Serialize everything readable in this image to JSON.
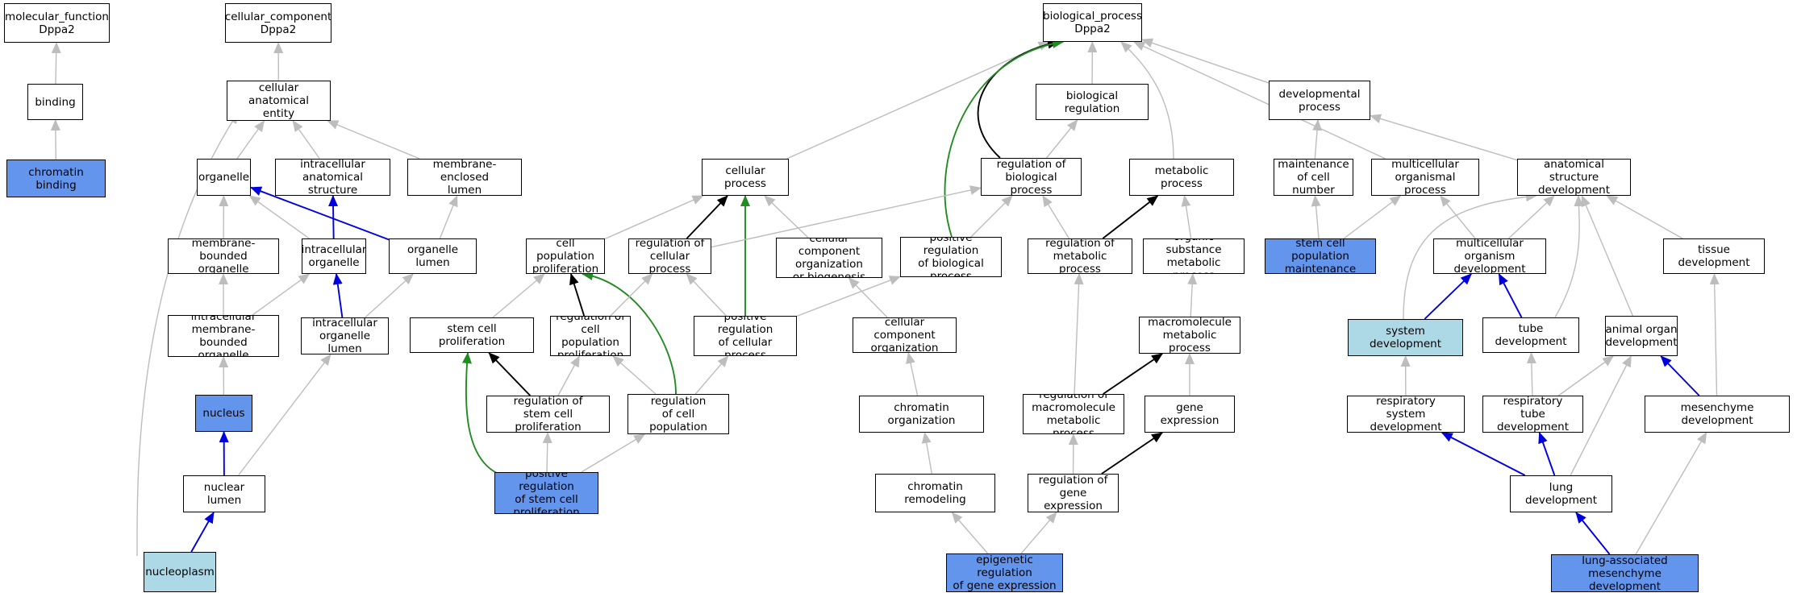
{
  "colors": {
    "edge_gray": "#bdbdbd",
    "edge_black": "#000000",
    "edge_blue": "#0000dd",
    "edge_green": "#228b22",
    "fill_blue": "#6495ed",
    "fill_light": "#add8e6"
  },
  "nodes": [
    {
      "id": "mf",
      "label": "molecular_function\nDppa2",
      "fill": "white"
    },
    {
      "id": "binding",
      "label": "binding",
      "fill": "white"
    },
    {
      "id": "chrombind",
      "label": "chromatin binding",
      "fill": "blue"
    },
    {
      "id": "cc",
      "label": "cellular_component\nDppa2",
      "fill": "white"
    },
    {
      "id": "cae",
      "label": "cellular anatomical\nentity",
      "fill": "white"
    },
    {
      "id": "organelle",
      "label": "organelle",
      "fill": "white"
    },
    {
      "id": "ias",
      "label": "intracellular\nanatomical structure",
      "fill": "white"
    },
    {
      "id": "mel",
      "label": "membrane-enclosed\nlumen",
      "fill": "white"
    },
    {
      "id": "mbo",
      "label": "membrane-bounded\norganelle",
      "fill": "white"
    },
    {
      "id": "io",
      "label": "intracellular\norganelle",
      "fill": "white"
    },
    {
      "id": "ol",
      "label": "organelle lumen",
      "fill": "white"
    },
    {
      "id": "imbo",
      "label": "intracellular\nmembrane-bounded\norganelle",
      "fill": "white"
    },
    {
      "id": "iol",
      "label": "intracellular\norganelle lumen",
      "fill": "white"
    },
    {
      "id": "nucleus",
      "label": "nucleus",
      "fill": "blue"
    },
    {
      "id": "nl",
      "label": "nuclear lumen",
      "fill": "white"
    },
    {
      "id": "nucleoplasm",
      "label": "nucleoplasm",
      "fill": "light"
    },
    {
      "id": "bp",
      "label": "biological_process\nDppa2",
      "fill": "white"
    },
    {
      "id": "cp",
      "label": "cellular process",
      "fill": "white"
    },
    {
      "id": "br",
      "label": "biological regulation",
      "fill": "white"
    },
    {
      "id": "rbp",
      "label": "regulation of\nbiological process",
      "fill": "white"
    },
    {
      "id": "mp",
      "label": "metabolic process",
      "fill": "white"
    },
    {
      "id": "devp",
      "label": "developmental\nprocess",
      "fill": "white"
    },
    {
      "id": "mcn",
      "label": "maintenance\nof cell number",
      "fill": "white"
    },
    {
      "id": "mop",
      "label": "multicellular\norganismal process",
      "fill": "white"
    },
    {
      "id": "asd",
      "label": "anatomical structure\ndevelopment",
      "fill": "white"
    },
    {
      "id": "cpp",
      "label": "cell population\nproliferation",
      "fill": "white"
    },
    {
      "id": "rcp",
      "label": "regulation of\ncellular process",
      "fill": "white"
    },
    {
      "id": "ccob",
      "label": "cellular component\norganization\nor biogenesis",
      "fill": "white"
    },
    {
      "id": "prbp",
      "label": "positive regulation\nof biological\nprocess",
      "fill": "white"
    },
    {
      "id": "rmp",
      "label": "regulation of\nmetabolic process",
      "fill": "white"
    },
    {
      "id": "osmp",
      "label": "organic substance\nmetabolic process",
      "fill": "white"
    },
    {
      "id": "scpm",
      "label": "stem cell population\nmaintenance",
      "fill": "blue"
    },
    {
      "id": "mod",
      "label": "multicellular\norganism development",
      "fill": "white"
    },
    {
      "id": "td",
      "label": "tissue development",
      "fill": "white"
    },
    {
      "id": "scp",
      "label": "stem cell proliferation",
      "fill": "white"
    },
    {
      "id": "rcpp",
      "label": "regulation of\ncell population\nproliferation",
      "fill": "white"
    },
    {
      "id": "prcp",
      "label": "positive regulation\nof cellular\nprocess",
      "fill": "white"
    },
    {
      "id": "cco",
      "label": "cellular component\norganization",
      "fill": "white"
    },
    {
      "id": "mmp",
      "label": "macromolecule\nmetabolic process",
      "fill": "white"
    },
    {
      "id": "sd",
      "label": "system development",
      "fill": "light"
    },
    {
      "id": "tubed",
      "label": "tube development",
      "fill": "white"
    },
    {
      "id": "aod",
      "label": "animal organ\ndevelopment",
      "fill": "white"
    },
    {
      "id": "rscp",
      "label": "regulation of\nstem cell proliferation",
      "fill": "white"
    },
    {
      "id": "prcpp",
      "label": "positive regulation\nof cell population\nproliferation",
      "fill": "white"
    },
    {
      "id": "co",
      "label": "chromatin organization",
      "fill": "white"
    },
    {
      "id": "rmmp",
      "label": "regulation of\nmacromolecule\nmetabolic process",
      "fill": "white"
    },
    {
      "id": "ge",
      "label": "gene expression",
      "fill": "white"
    },
    {
      "id": "rsd",
      "label": "respiratory\nsystem development",
      "fill": "white"
    },
    {
      "id": "rtd",
      "label": "respiratory\ntube development",
      "fill": "white"
    },
    {
      "id": "md",
      "label": "mesenchyme development",
      "fill": "white"
    },
    {
      "id": "prscp",
      "label": "positive regulation\nof stem cell\nproliferation",
      "fill": "blue"
    },
    {
      "id": "cr",
      "label": "chromatin remodeling",
      "fill": "white"
    },
    {
      "id": "rge",
      "label": "regulation of\ngene expression",
      "fill": "white"
    },
    {
      "id": "ld",
      "label": "lung development",
      "fill": "white"
    },
    {
      "id": "erge",
      "label": "epigenetic regulation\nof gene expression",
      "fill": "blue"
    },
    {
      "id": "lamd",
      "label": "lung-associated\nmesenchyme development",
      "fill": "blue"
    }
  ],
  "edges": [
    {
      "from": "binding",
      "to": "mf",
      "color": "gray"
    },
    {
      "from": "chrombind",
      "to": "binding",
      "color": "gray"
    },
    {
      "from": "cae",
      "to": "cc",
      "color": "gray"
    },
    {
      "from": "organelle",
      "to": "cae",
      "color": "gray"
    },
    {
      "from": "ias",
      "to": "cae",
      "color": "gray"
    },
    {
      "from": "mel",
      "to": "cae",
      "color": "gray"
    },
    {
      "from": "nucleoplasm",
      "to": "cae",
      "color": "gray",
      "curve": true
    },
    {
      "from": "mbo",
      "to": "organelle",
      "color": "gray"
    },
    {
      "from": "io",
      "to": "organelle",
      "color": "gray"
    },
    {
      "from": "ol",
      "to": "organelle",
      "color": "blue"
    },
    {
      "from": "io",
      "to": "ias",
      "color": "blue"
    },
    {
      "from": "ol",
      "to": "mel",
      "color": "gray"
    },
    {
      "from": "imbo",
      "to": "mbo",
      "color": "gray"
    },
    {
      "from": "imbo",
      "to": "io",
      "color": "gray"
    },
    {
      "from": "iol",
      "to": "io",
      "color": "blue"
    },
    {
      "from": "iol",
      "to": "ol",
      "color": "gray"
    },
    {
      "from": "nucleus",
      "to": "imbo",
      "color": "gray"
    },
    {
      "from": "nl",
      "to": "nucleus",
      "color": "blue"
    },
    {
      "from": "nl",
      "to": "iol",
      "color": "gray"
    },
    {
      "from": "nucleoplasm",
      "to": "nl",
      "color": "blue"
    },
    {
      "from": "cp",
      "to": "bp",
      "color": "gray"
    },
    {
      "from": "br",
      "to": "bp",
      "color": "gray"
    },
    {
      "from": "rbp",
      "to": "bp",
      "color": "black",
      "curve": true
    },
    {
      "from": "prbp",
      "to": "bp",
      "color": "green",
      "curve": true
    },
    {
      "from": "mp",
      "to": "bp",
      "color": "gray",
      "curve": true
    },
    {
      "from": "devp",
      "to": "bp",
      "color": "gray"
    },
    {
      "from": "mop",
      "to": "bp",
      "color": "gray"
    },
    {
      "from": "rbp",
      "to": "br",
      "color": "gray"
    },
    {
      "from": "mcn",
      "to": "devp",
      "color": "gray"
    },
    {
      "from": "asd",
      "to": "devp",
      "color": "gray"
    },
    {
      "from": "cpp",
      "to": "cp",
      "color": "gray"
    },
    {
      "from": "rcp",
      "to": "cp",
      "color": "black"
    },
    {
      "from": "prcp",
      "to": "cp",
      "color": "green"
    },
    {
      "from": "ccob",
      "to": "cp",
      "color": "gray"
    },
    {
      "from": "rcp",
      "to": "rbp",
      "color": "gray"
    },
    {
      "from": "prbp",
      "to": "rbp",
      "color": "gray"
    },
    {
      "from": "rmp",
      "to": "rbp",
      "color": "gray"
    },
    {
      "from": "rmp",
      "to": "mp",
      "color": "black"
    },
    {
      "from": "osmp",
      "to": "mp",
      "color": "gray"
    },
    {
      "from": "scpm",
      "to": "mcn",
      "color": "gray"
    },
    {
      "from": "scpm",
      "to": "mop",
      "color": "gray"
    },
    {
      "from": "mod",
      "to": "mop",
      "color": "gray"
    },
    {
      "from": "mod",
      "to": "asd",
      "color": "gray"
    },
    {
      "from": "sd",
      "to": "asd",
      "color": "gray",
      "curve": true
    },
    {
      "from": "tubed",
      "to": "asd",
      "color": "gray",
      "curve": true
    },
    {
      "from": "aod",
      "to": "asd",
      "color": "gray"
    },
    {
      "from": "td",
      "to": "asd",
      "color": "gray"
    },
    {
      "from": "scp",
      "to": "cpp",
      "color": "gray"
    },
    {
      "from": "rcpp",
      "to": "cpp",
      "color": "black"
    },
    {
      "from": "prcpp",
      "to": "cpp",
      "color": "green",
      "curve": true
    },
    {
      "from": "rcpp",
      "to": "rcp",
      "color": "gray"
    },
    {
      "from": "prcp",
      "to": "rcp",
      "color": "gray"
    },
    {
      "from": "cco",
      "to": "ccob",
      "color": "gray"
    },
    {
      "from": "prcp",
      "to": "prbp",
      "color": "gray"
    },
    {
      "from": "rmmp",
      "to": "rmp",
      "color": "gray"
    },
    {
      "from": "mmp",
      "to": "osmp",
      "color": "gray"
    },
    {
      "from": "sd",
      "to": "mod",
      "color": "blue"
    },
    {
      "from": "tubed",
      "to": "mod",
      "color": "blue"
    },
    {
      "from": "md",
      "to": "td",
      "color": "gray"
    },
    {
      "from": "rscp",
      "to": "scp",
      "color": "black"
    },
    {
      "from": "prscp",
      "to": "scp",
      "color": "green",
      "curve": true
    },
    {
      "from": "rscp",
      "to": "rcpp",
      "color": "gray"
    },
    {
      "from": "prcpp",
      "to": "rcpp",
      "color": "gray"
    },
    {
      "from": "prcpp",
      "to": "prcp",
      "color": "gray"
    },
    {
      "from": "co",
      "to": "cco",
      "color": "gray"
    },
    {
      "from": "rmmp",
      "to": "mmp",
      "color": "black"
    },
    {
      "from": "ge",
      "to": "mmp",
      "color": "gray"
    },
    {
      "from": "rsd",
      "to": "sd",
      "color": "gray"
    },
    {
      "from": "rtd",
      "to": "tubed",
      "color": "gray"
    },
    {
      "from": "rtd",
      "to": "aod",
      "color": "gray"
    },
    {
      "from": "md",
      "to": "aod",
      "color": "blue"
    },
    {
      "from": "prscp",
      "to": "rscp",
      "color": "gray"
    },
    {
      "from": "prscp",
      "to": "prcpp",
      "color": "gray"
    },
    {
      "from": "cr",
      "to": "co",
      "color": "gray"
    },
    {
      "from": "rge",
      "to": "rmmp",
      "color": "gray"
    },
    {
      "from": "rge",
      "to": "ge",
      "color": "black"
    },
    {
      "from": "ld",
      "to": "rsd",
      "color": "blue"
    },
    {
      "from": "ld",
      "to": "rtd",
      "color": "blue"
    },
    {
      "from": "ld",
      "to": "aod",
      "color": "gray"
    },
    {
      "from": "erge",
      "to": "cr",
      "color": "gray"
    },
    {
      "from": "erge",
      "to": "rge",
      "color": "gray"
    },
    {
      "from": "lamd",
      "to": "ld",
      "color": "blue"
    },
    {
      "from": "lamd",
      "to": "md",
      "color": "gray"
    }
  ]
}
